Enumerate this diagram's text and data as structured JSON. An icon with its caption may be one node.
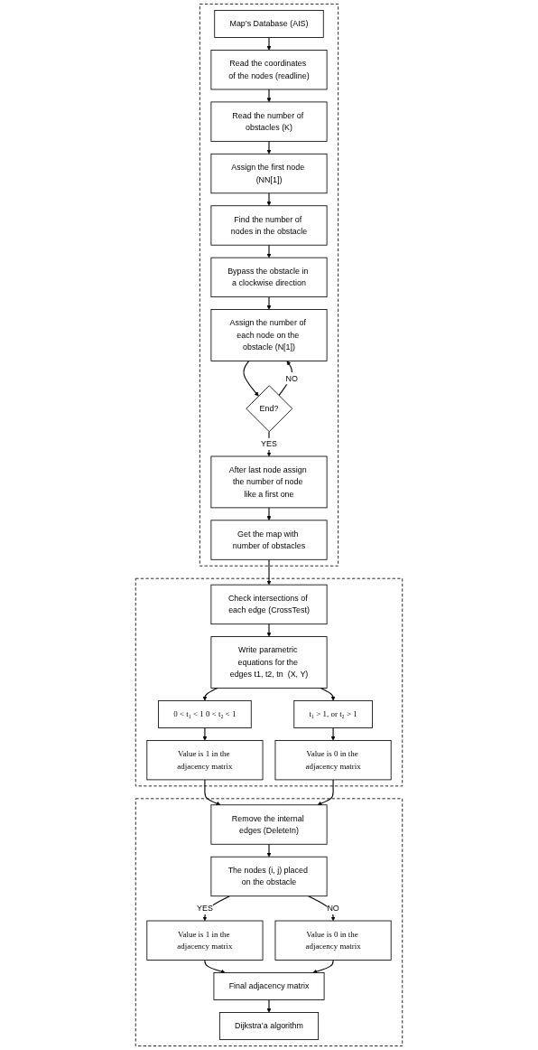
{
  "diagram": {
    "nodes": [
      {
        "text": [],
        "shape": "box"
      },
      {
        "text": [
          "Map’s Database (AIS)"
        ],
        "in": 0
      },
      {
        "text": [
          "Read the coordinates of the nodes (readline)"
        ],
        "in": 0
      },
      {
        "text": [
          "Read the number of obstacles (K)"
        ],
        "in": 0
      },
      {
        "text": [
          "Assign the first node (NN[1])"
        ],
        "in": 0
      },
      {
        "text": [
          "Find the number of nodes in the obstacle"
        ],
        "in": 0
      },
      {
        "text": [
          "Bypass the obstacle in a clockwise direction"
        ],
        "in": 0
      },
      {
        "text": [
          "Assign the number of each node on the obstacle (N[1])"
        ],
        "in": 0
      },
      {
        "text": [
          "End?"
        ],
        "in": 0
      },
      {
        "text": [
          "After last node assign the number of node like a first one"
        ],
        "in": 0
      },
      {
        "text": [
          "Get the map with number of obstacles"
        ],
        "in": 0
      },
      {
        "text": [],
        "shape": "box"
      },
      {
        "text": [
          "Check intersections of each edge (CrossTest)"
        ],
        "in": 11
      },
      {
        "text": [
          "Write parametric equations for the edges t1, t2, tn  (X, Y)"
        ],
        "in": 11
      },
      {
        "text": [
          "0 < t₁ < 1 0 < t₂ < 1"
        ],
        "in": 11
      },
      {
        "text": [
          "t₁ > 1, or t₂ > 1"
        ],
        "in": 11
      },
      {
        "text": [
          "Value is 1 in the adjacency matrix"
        ],
        "in": 11
      },
      {
        "text": [
          "Value is 0 in the adjacency matrix"
        ],
        "in": 11
      },
      {
        "text": [],
        "shape": "box"
      },
      {
        "text": [
          "Remove the internal edges (DeleteIn)"
        ],
        "in": 18
      },
      {
        "text": [
          "The nodes (i, j) placed on the obstacle"
        ],
        "in": 18
      },
      {
        "text": [
          "Value is 1 in the adjacency matrix"
        ],
        "in": 18
      },
      {
        "text": [
          "Value is 0 in the adjacency matrix"
        ],
        "in": 18
      },
      {
        "text": [
          "Final adjacency matrix"
        ],
        "in": 18
      },
      {
        "text": [
          "Dijkstra’a algorithm"
        ],
        "in": 18
      }
    ],
    "edges": [
      {
        "from": 1,
        "to": 2,
        "arrow": "to"
      },
      {
        "from": 2,
        "to": 3,
        "arrow": "to"
      },
      {
        "from": 3,
        "to": 4,
        "arrow": "to"
      },
      {
        "from": 4,
        "to": 5,
        "arrow": "to"
      },
      {
        "from": 5,
        "to": 6,
        "arrow": "to"
      },
      {
        "from": 6,
        "to": 7,
        "arrow": "to"
      },
      {
        "from": 7,
        "to": 8,
        "arrow": "to"
      },
      {
        "from": 8,
        "to": 7,
        "arrow": "to",
        "label": "NO"
      },
      {
        "from": 8,
        "to": 9,
        "arrow": "to",
        "label": "YES"
      },
      {
        "from": 9,
        "to": 10,
        "arrow": "to"
      },
      {
        "from": 10,
        "to": 12,
        "arrow": "to"
      },
      {
        "from": 12,
        "to": 13,
        "arrow": "to"
      },
      {
        "from": 13,
        "to": 14,
        "arrow": "to"
      },
      {
        "from": 13,
        "to": 15,
        "arrow": "to"
      },
      {
        "from": 14,
        "to": 16,
        "arrow": "to"
      },
      {
        "from": 15,
        "to": 17,
        "arrow": "to"
      },
      {
        "from": 16,
        "to": 19,
        "arrow": "to"
      },
      {
        "from": 17,
        "to": 19,
        "arrow": "to"
      },
      {
        "from": 19,
        "to": 20,
        "arrow": "to"
      },
      {
        "from": 20,
        "to": 21,
        "arrow": "to",
        "label": "YES"
      },
      {
        "from": 20,
        "to": 22,
        "arrow": "to",
        "label": "NO"
      },
      {
        "from": 21,
        "to": 23,
        "arrow": "to"
      },
      {
        "from": 22,
        "to": 23,
        "arrow": "to"
      },
      {
        "from": 23,
        "to": 24,
        "arrow": "to"
      }
    ]
  }
}
